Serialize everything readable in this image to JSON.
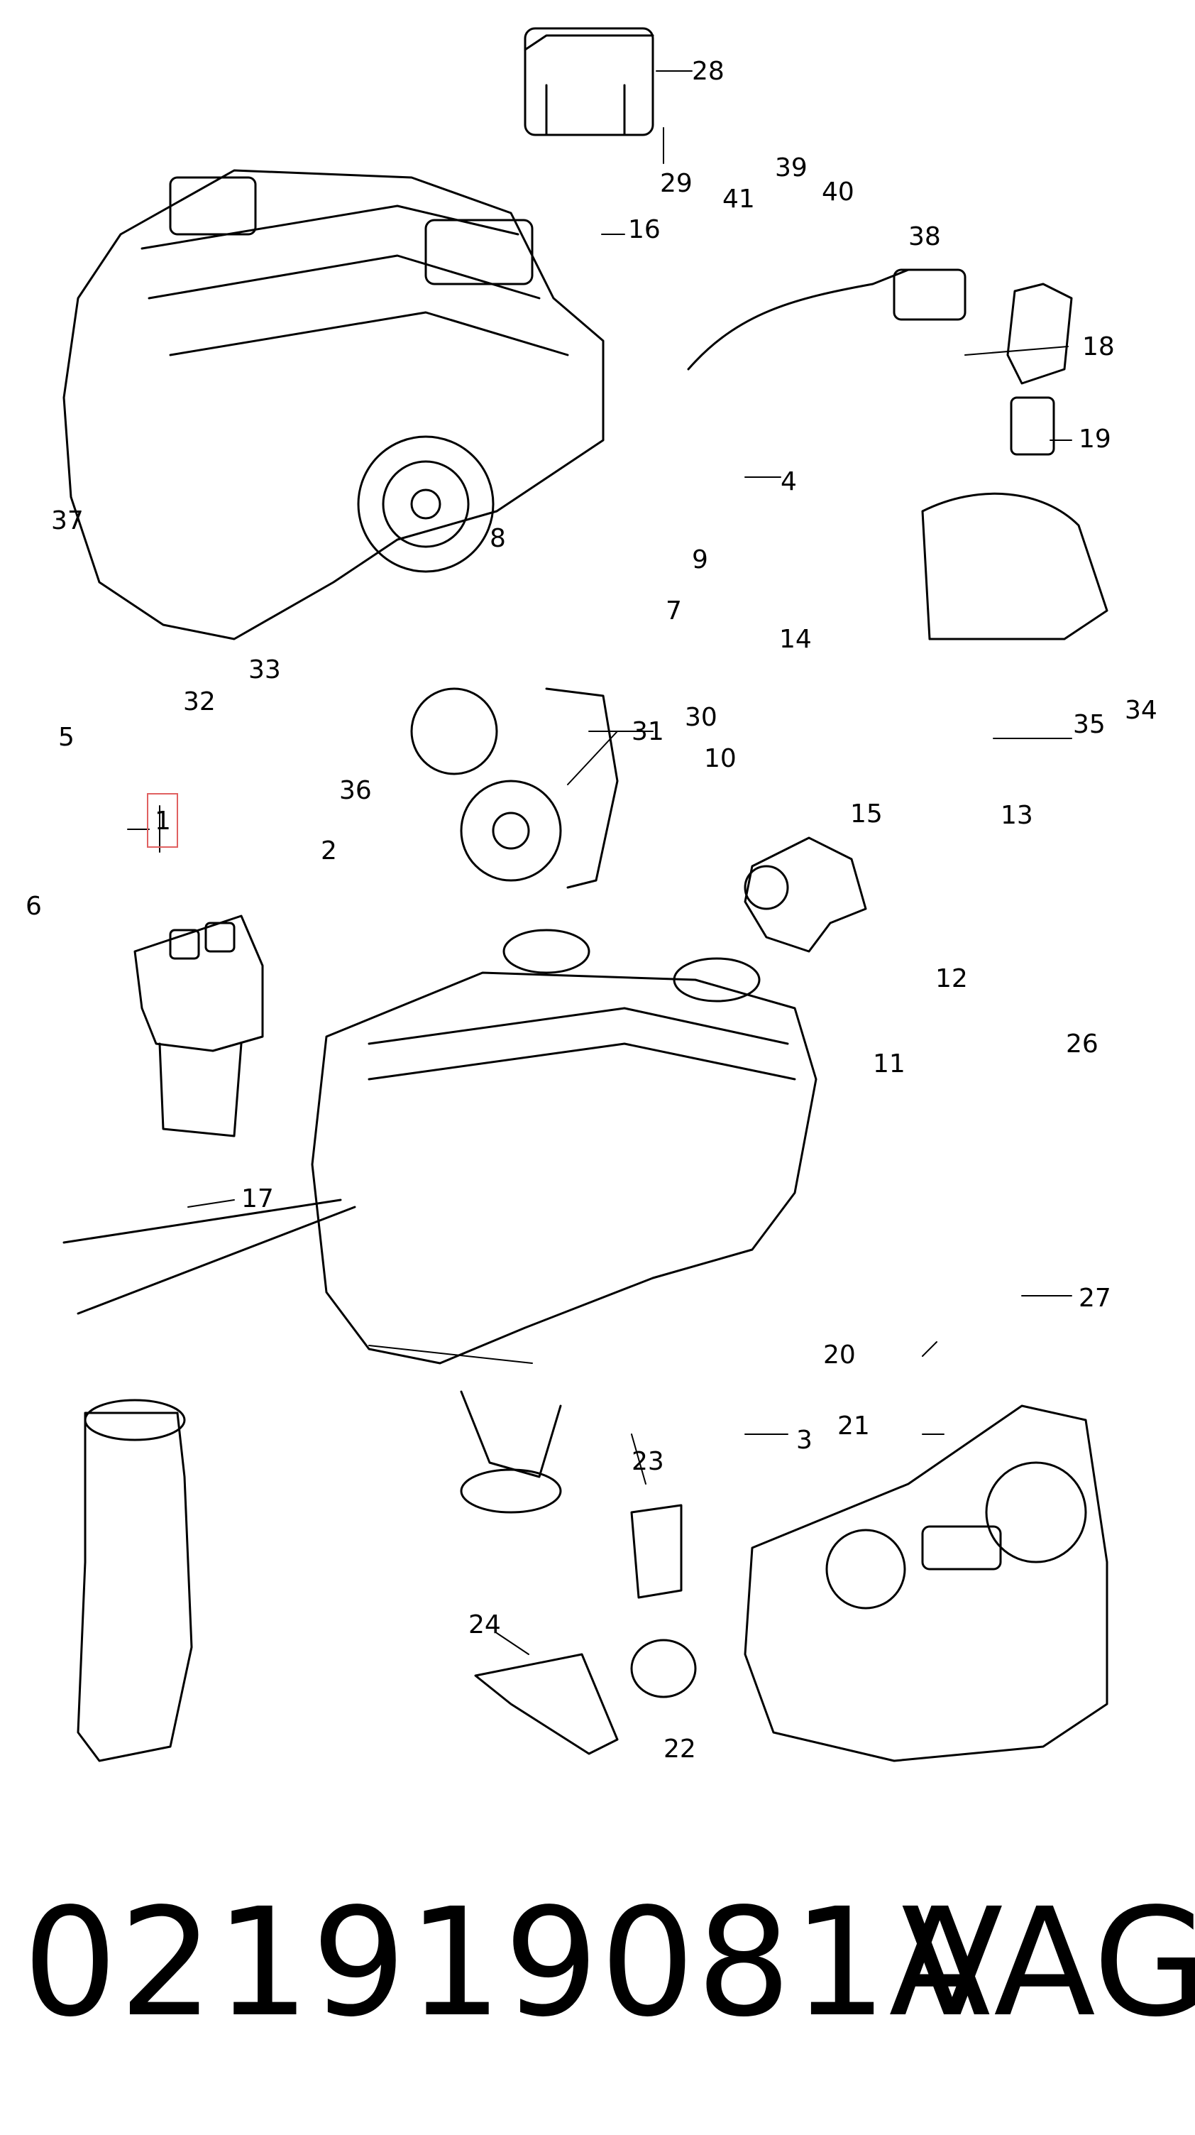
{
  "callouts": [
    "1",
    "2",
    "3",
    "4",
    "5",
    "6",
    "7",
    "8",
    "9",
    "10",
    "11",
    "12",
    "13",
    "14",
    "15",
    "16",
    "17",
    "18",
    "19",
    "20",
    "21",
    "22",
    "23",
    "24",
    "26",
    "27",
    "28",
    "29",
    "30",
    "31",
    "32",
    "33",
    "34",
    "35",
    "36",
    "37",
    "38",
    "39",
    "40",
    "41"
  ],
  "highlighted_callout": "1",
  "footer": {
    "part_number": "021919081A",
    "brand": "VAG"
  }
}
